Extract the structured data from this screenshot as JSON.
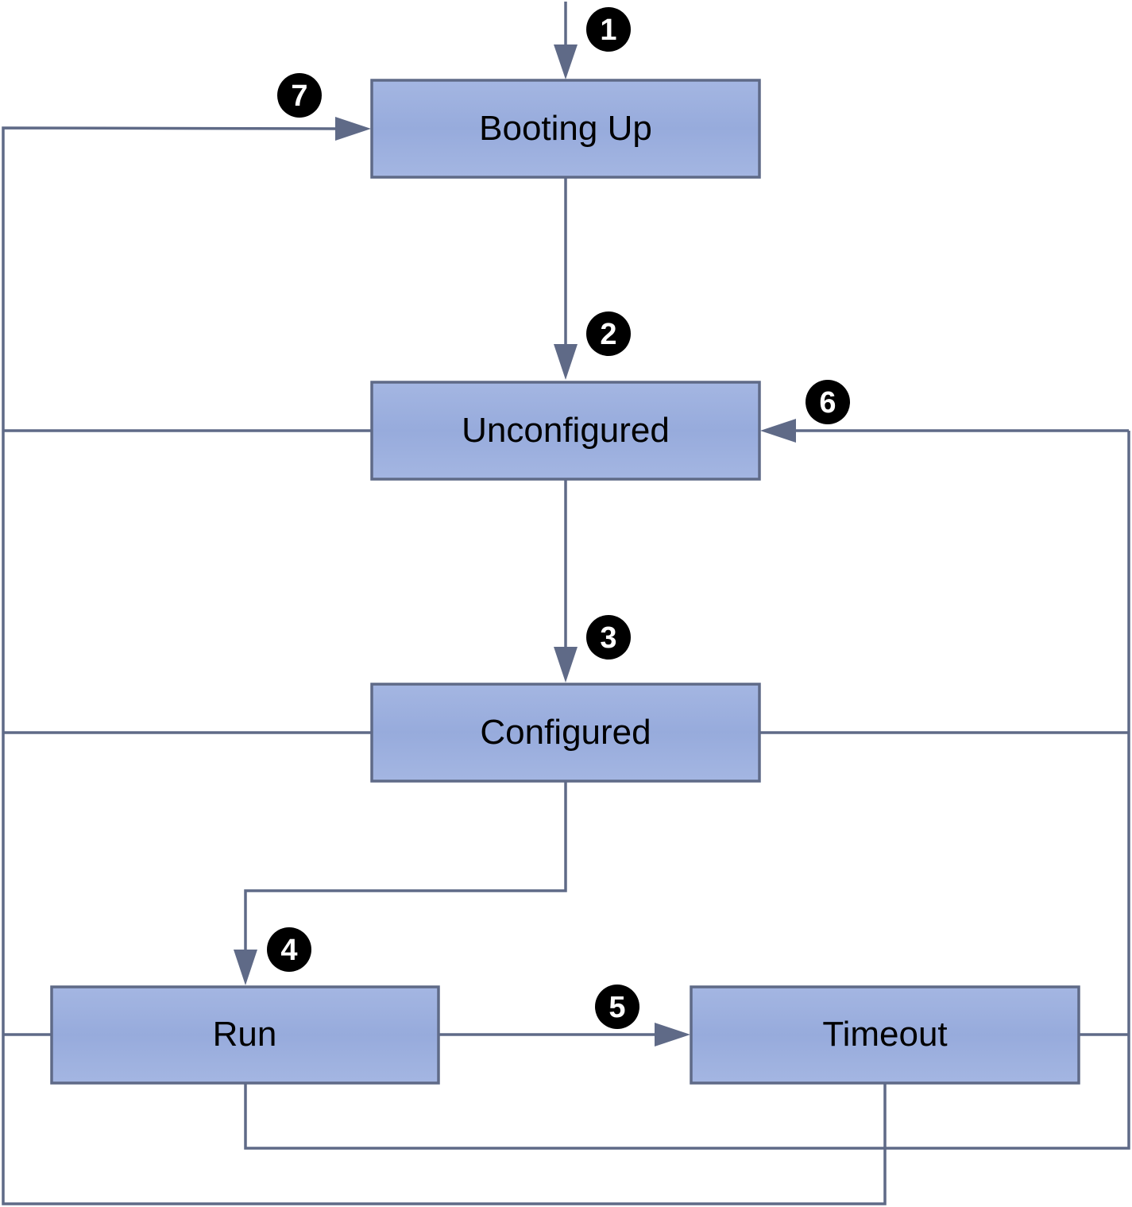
{
  "colors": {
    "box_fill_top": "#a4b6e2",
    "box_fill_mid": "#97abdc",
    "box_stroke": "#5f6a87",
    "edge": "#5f6a87",
    "badge": "#000000",
    "badge_text": "#ffffff",
    "background": "#ffffff"
  },
  "states": {
    "booting_up": "Booting Up",
    "unconfigured": "Unconfigured",
    "configured": "Configured",
    "run": "Run",
    "timeout": "Timeout"
  },
  "transitions": {
    "t1": "1",
    "t2": "2",
    "t3": "3",
    "t4": "4",
    "t5": "5",
    "t6": "6",
    "t7": "7"
  }
}
